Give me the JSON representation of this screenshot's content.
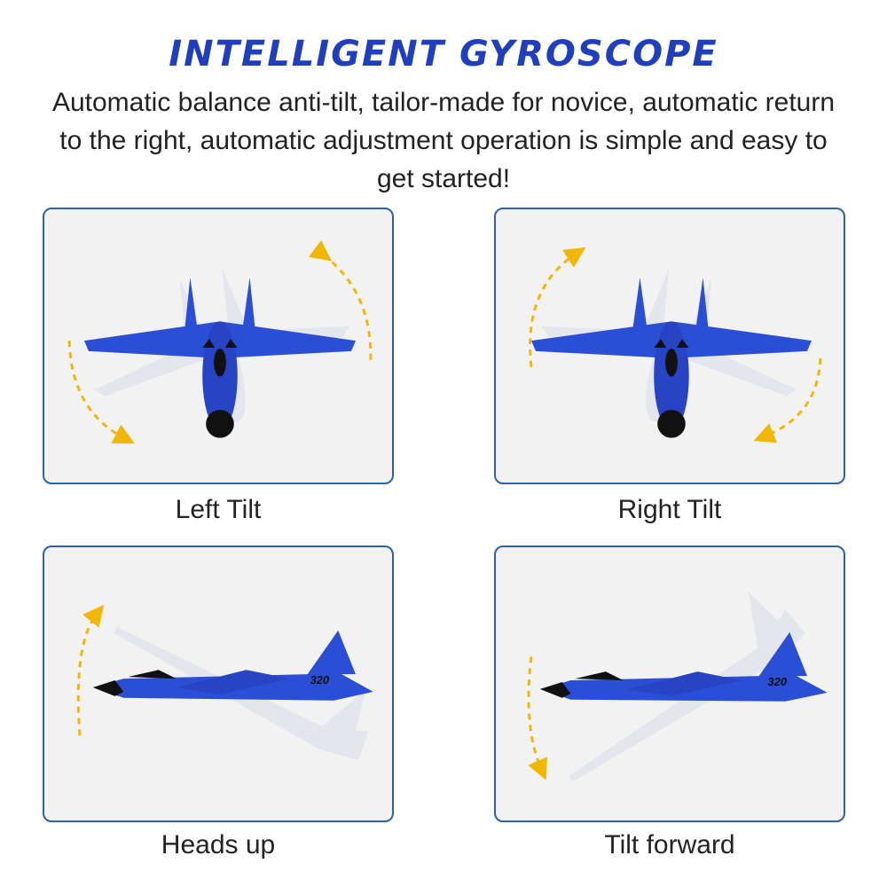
{
  "header": {
    "title": "INTELLIGENT GYROSCOPE",
    "description": "Automatic balance anti-tilt, tailor-made for novice, automatic return to the right, automatic adjustment operation is simple and easy to get started!"
  },
  "panels": [
    {
      "caption": "Left Tilt"
    },
    {
      "caption": "Right Tilt"
    },
    {
      "caption": "Heads up"
    },
    {
      "caption": "Tilt forward"
    }
  ],
  "plane": {
    "marking": "320"
  },
  "colors": {
    "title": "#1f3fbf",
    "panel_border": "#2e62a8",
    "panel_bg": "#f2f2f2",
    "plane": "#2a4fd6",
    "arrow": "#f2b705"
  }
}
